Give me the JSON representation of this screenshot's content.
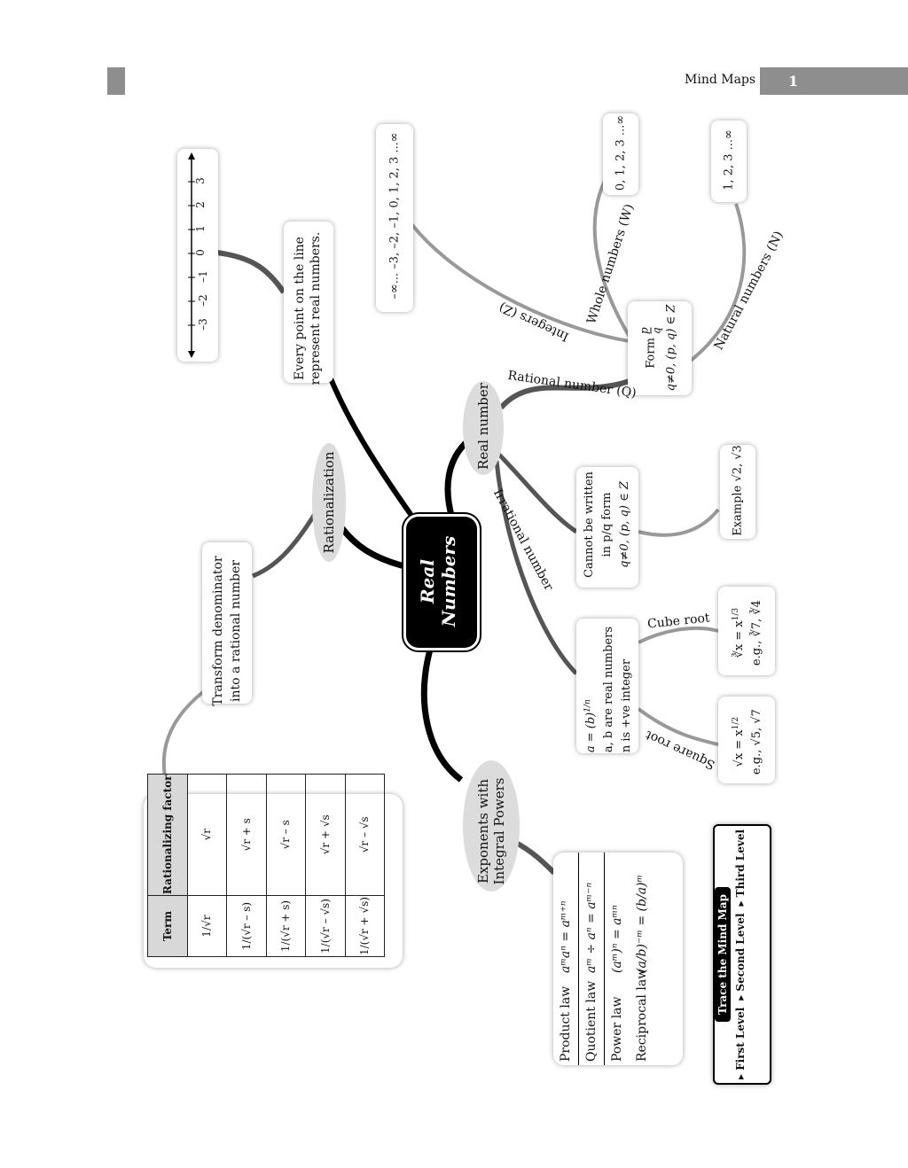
{
  "header": {
    "section_title": "Mind Maps",
    "page_number": "1"
  },
  "center": {
    "line1": "Real",
    "line2": "Numbers"
  },
  "branches": {
    "real_number": "Real number",
    "rationalization": "Rationalization",
    "exponents": "Exponents with Integral Powers",
    "number_line_point": "Every point on the line represent real numbers."
  },
  "number_line": {
    "ticks": [
      "–3",
      "–2",
      "–1",
      "0",
      "1",
      "2",
      "3"
    ]
  },
  "edges": {
    "rational": "Rational number (Q)",
    "irrational": "Irrational number",
    "integers": "Integers (Z)",
    "whole": "Whole numbers (W)",
    "natural": "Natural numbers (N)",
    "cube_root": "Cube root",
    "square_root": "Square root"
  },
  "integers_box": "–∞... –3, –2, –1, 0, 1, 2, 3 ...∞",
  "whole_box": "0, 1, 2, 3 ...∞",
  "natural_box": "1, 2, 3 ...∞",
  "rational_box": {
    "form": "Form",
    "p": "p",
    "q": "q",
    "cond": "q≠0, (p, q) ∈ Z"
  },
  "irrational_box": {
    "l1": "Cannot be written",
    "l2": "in p/q form",
    "l3": "q≠0, (p, q) ∈ Z"
  },
  "example_box": "Example √2, √3",
  "roots_box": {
    "l1": "a = (b)",
    "l1_sup": "1/n",
    "l2": "a, b are real numbers",
    "l3": "n is +ve integer"
  },
  "cube_box": {
    "l1": "∛x = x",
    "l1_sup": "1/3",
    "l2": "e.g., ∛7, ∛4"
  },
  "square_box": {
    "l1": "√x = x",
    "l1_sup": "1/2",
    "l2": "e.g., √5, √7"
  },
  "transform_box": {
    "l1": "Transform denominator",
    "l2": "into a rational number"
  },
  "rat_table": {
    "headers": [
      "Term",
      "Rationalizing factor"
    ],
    "rows": [
      [
        "1/√r",
        "√r"
      ],
      [
        "1/(√r – s)",
        "√r + s"
      ],
      [
        "1/(√r + s)",
        "√r – s"
      ],
      [
        "1/(√r – √s)",
        "√r + √s"
      ],
      [
        "1/(√r + √s)",
        "√r – √s"
      ]
    ]
  },
  "laws": {
    "rows": [
      {
        "name": "Product law",
        "formula": "aᵐaⁿ = aᵐ⁺ⁿ"
      },
      {
        "name": "Quotient law",
        "formula": "aᵐ ÷ aⁿ = aᵐ⁻ⁿ"
      },
      {
        "name": "Power law",
        "formula": "(aᵐ)ⁿ = aᵐⁿ"
      },
      {
        "name": "Reciprocal law",
        "formula": "(a/b)⁻ᵐ = (b/a)ᵐ"
      }
    ]
  },
  "legend": {
    "title": "Trace the Mind Map",
    "first": "First Level",
    "second": "Second Level",
    "third": "Third Level"
  },
  "colors": {
    "first_level": "#000000",
    "second_level": "#555555",
    "third_level": "#999999",
    "bubble": "#dcdcdc"
  }
}
